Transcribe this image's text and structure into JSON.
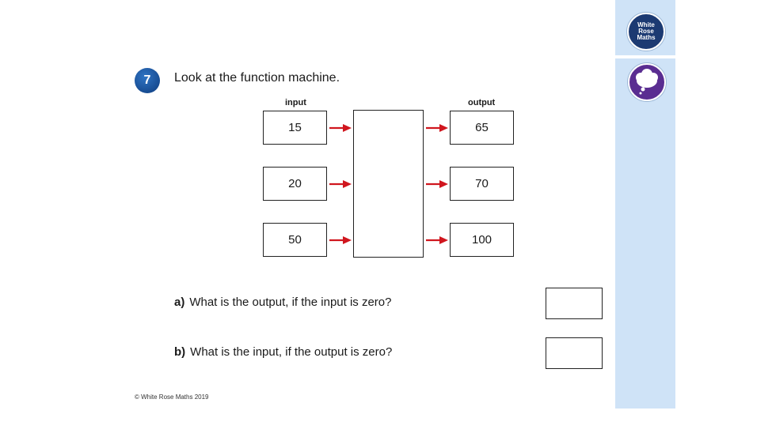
{
  "question_number": "7",
  "prompt": "Look at the function machine.",
  "labels": {
    "input": "input",
    "output": "output"
  },
  "inputs": [
    "15",
    "20",
    "50"
  ],
  "outputs": [
    "65",
    "70",
    "100"
  ],
  "questions": [
    {
      "letter": "a)",
      "text": "What is the output, if the input is zero?"
    },
    {
      "letter": "b)",
      "text": "What is the input, if the output is zero?"
    }
  ],
  "logo": {
    "line1": "White",
    "line2": "Rose",
    "line3": "Maths"
  },
  "footer": "© White Rose Maths 2019",
  "icons": {
    "logo": "white-rose-maths-logo",
    "thinking": "thought-bubble-icon",
    "arrow": "red-arrow-icon"
  },
  "colors": {
    "arrow": "#d0161e",
    "sidebar": "#cfe3f7",
    "badge": "#1a5aa8"
  }
}
